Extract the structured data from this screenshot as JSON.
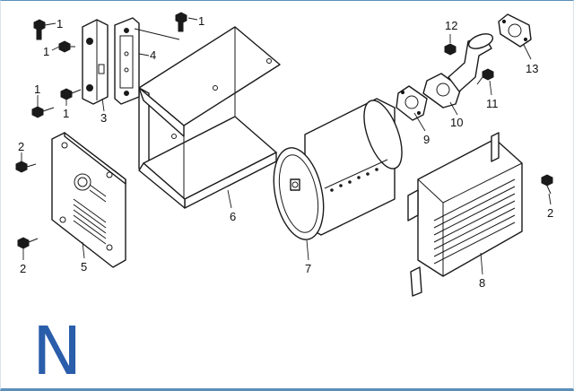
{
  "colors": {
    "accent": "#2a5daa",
    "frame": "#5b8fb9",
    "line": "#1a1a1a"
  },
  "diagram": {
    "section_letter": "N",
    "callouts": [
      "1",
      "1",
      "1",
      "1",
      "1",
      "2",
      "2",
      "2",
      "3",
      "4",
      "5",
      "6",
      "7",
      "8",
      "9",
      "10",
      "11",
      "12",
      "13"
    ]
  }
}
